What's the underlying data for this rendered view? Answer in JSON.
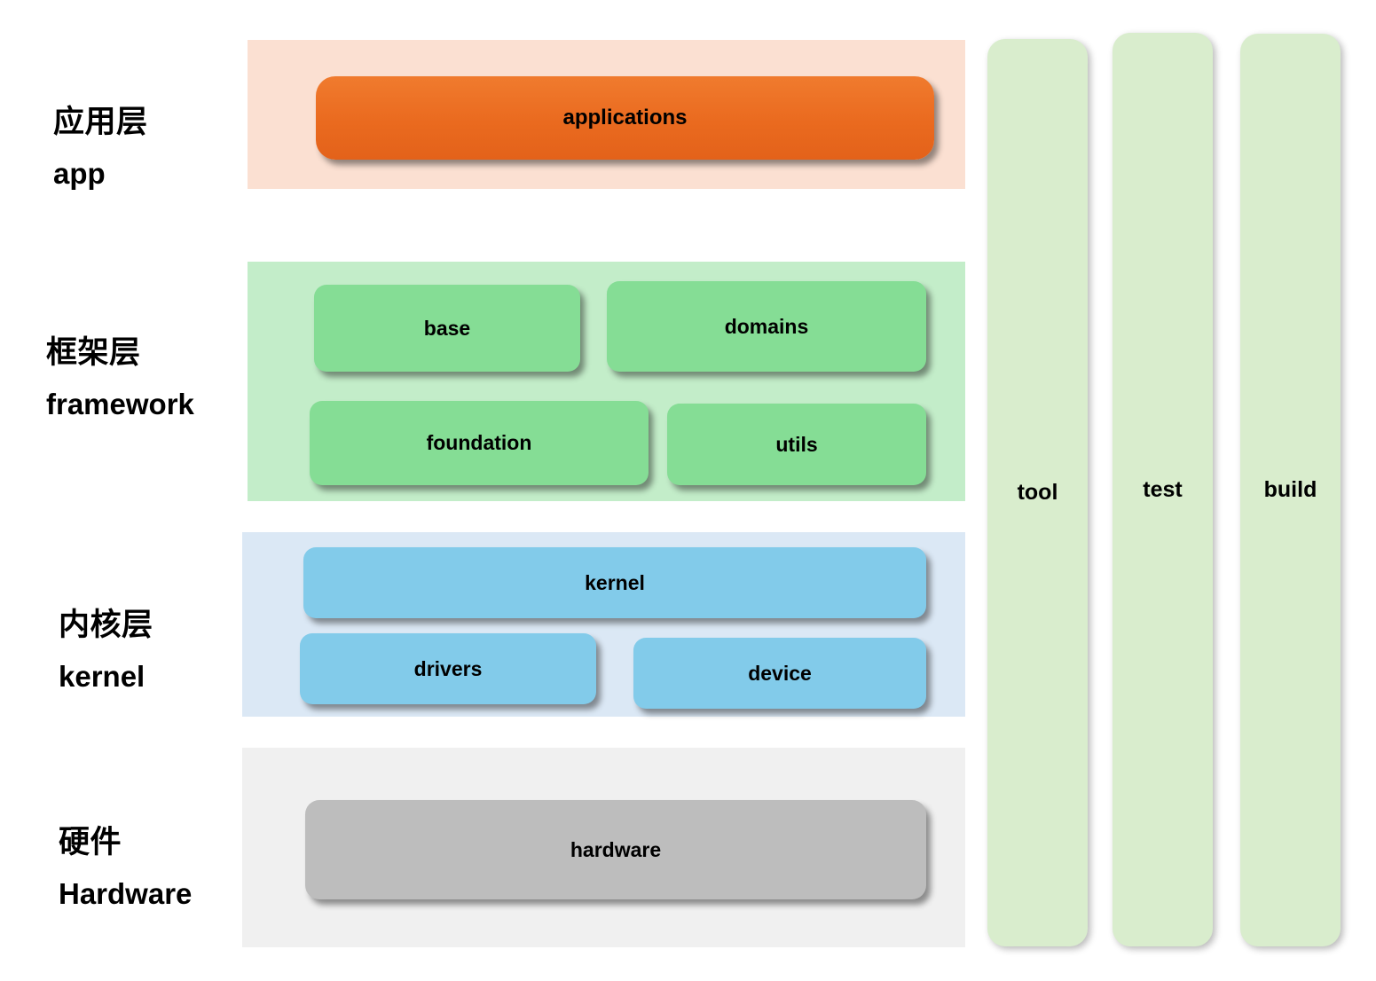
{
  "diagram": {
    "title_visible": false,
    "background": "#ffffff",
    "layers": [
      {
        "id": "app",
        "label_cn": "应用层",
        "label_en": "app",
        "band_color": "#fbe0d2",
        "block_color": "#ea6a1f",
        "blocks": [
          {
            "id": "applications",
            "label": "applications"
          }
        ]
      },
      {
        "id": "framework",
        "label_cn": "框架层",
        "label_en": "framework",
        "band_color": "#c3edc9",
        "block_color": "#85dd95",
        "blocks": [
          {
            "id": "base",
            "label": "base"
          },
          {
            "id": "domains",
            "label": "domains"
          },
          {
            "id": "foundation",
            "label": "foundation"
          },
          {
            "id": "utils",
            "label": "utils"
          }
        ]
      },
      {
        "id": "kernel",
        "label_cn": "内核层",
        "label_en": "kernel",
        "band_color": "#dbe8f5",
        "block_color": "#82cbea",
        "blocks": [
          {
            "id": "kernel",
            "label": "kernel"
          },
          {
            "id": "drivers",
            "label": "drivers"
          },
          {
            "id": "device",
            "label": "device"
          }
        ]
      },
      {
        "id": "hardware",
        "label_cn": "硬件",
        "label_en": "Hardware",
        "band_color": "#f0f0f0",
        "block_color": "#bdbdbd",
        "blocks": [
          {
            "id": "hardware",
            "label": "hardware"
          }
        ]
      }
    ],
    "pillars": [
      {
        "id": "tool",
        "label": "tool",
        "color": "#d9edcd"
      },
      {
        "id": "test",
        "label": "test",
        "color": "#d9edcd"
      },
      {
        "id": "build",
        "label": "build",
        "color": "#d9edcd"
      }
    ]
  }
}
